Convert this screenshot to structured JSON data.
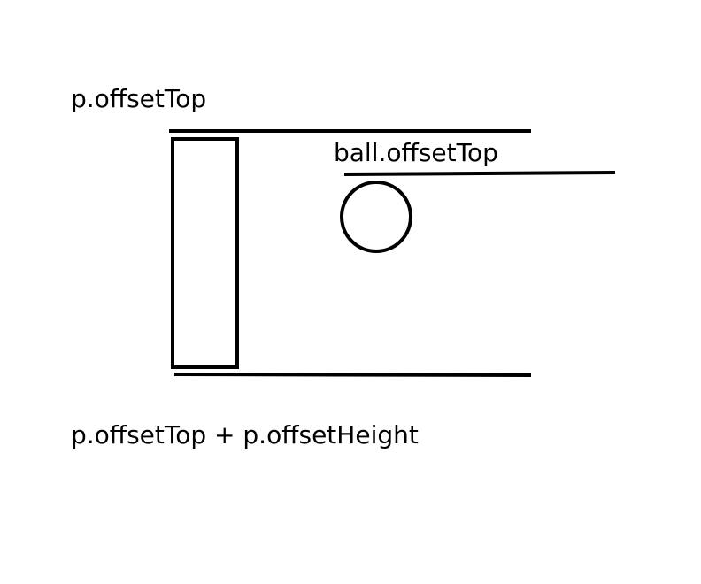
{
  "labels": {
    "paddle_top": "p.offsetTop",
    "ball_top": "ball.offsetTop",
    "paddle_bottom": "p.offsetTop + p.offsetHeight"
  },
  "colors": {
    "ink": "#000000",
    "background": "#ffffff"
  }
}
